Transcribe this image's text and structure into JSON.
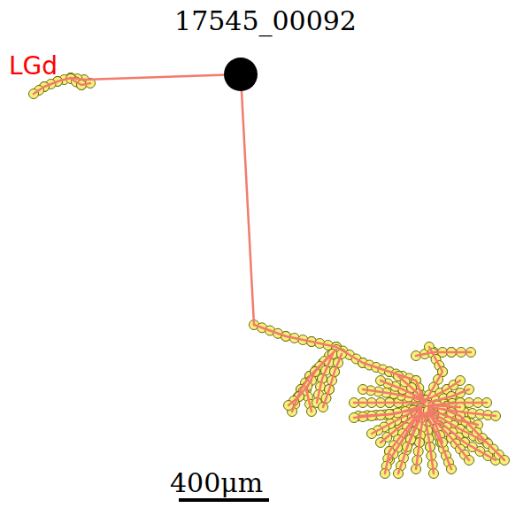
{
  "diagram": {
    "title": "17545_00092",
    "labels": [
      "LGd",
      "400μm"
    ]
  }
}
